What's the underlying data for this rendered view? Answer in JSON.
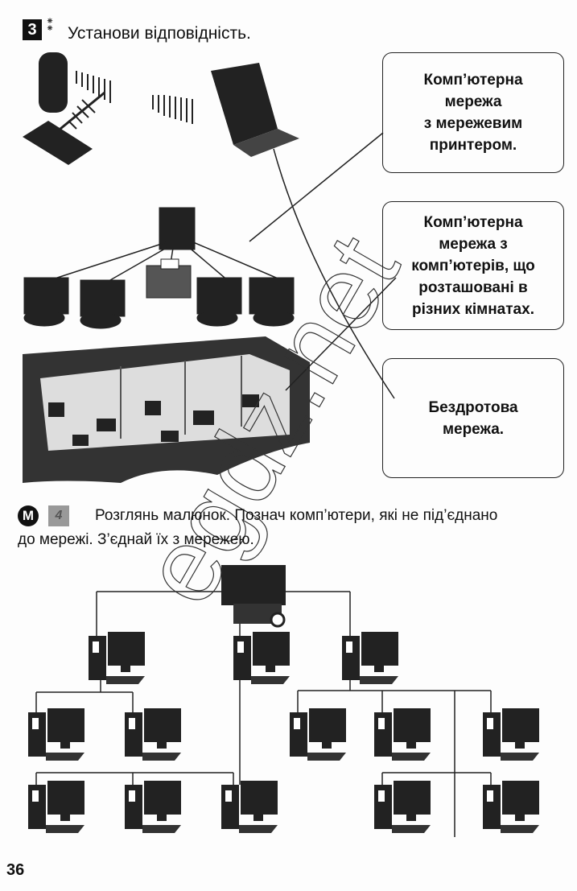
{
  "task3": {
    "number": "3",
    "title": "Установи відповідність.",
    "options": [
      "Комп’ютерна\nмережа\nз мережевим\nпринтером.",
      "Комп’ютерна\nмережа з\nкомп’ютерів, що\nрозташовані в\nрізних кімнатах.",
      "Бездротова\nмережа."
    ]
  },
  "task4": {
    "badge_letter": "М",
    "number": "4",
    "text_line1": "Розглянь малюнок. Познач комп’ютери, які не під’єднано",
    "text_line2": "до мережі. З’єднай їх з мережею."
  },
  "watermark": "egdz.net",
  "page_number": "36"
}
